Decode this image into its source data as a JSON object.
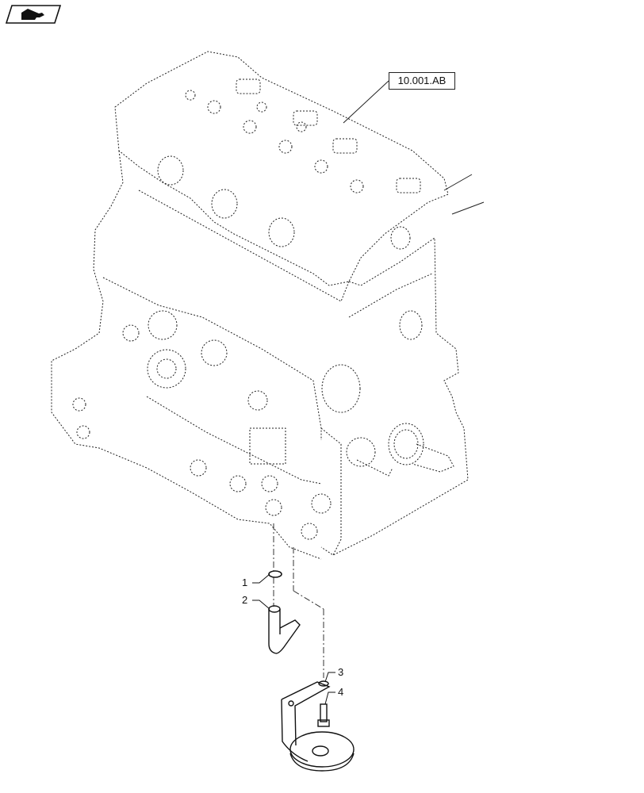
{
  "reference_label": "10.001.AB",
  "callouts": [
    {
      "id": "1",
      "label": "1"
    },
    {
      "id": "2",
      "label": "2"
    },
    {
      "id": "3",
      "label": "3"
    },
    {
      "id": "4",
      "label": "4"
    }
  ],
  "icons": {
    "nav_badge": "hand-pointer-icon"
  },
  "colors": {
    "line": "#222222",
    "background": "#ffffff"
  }
}
